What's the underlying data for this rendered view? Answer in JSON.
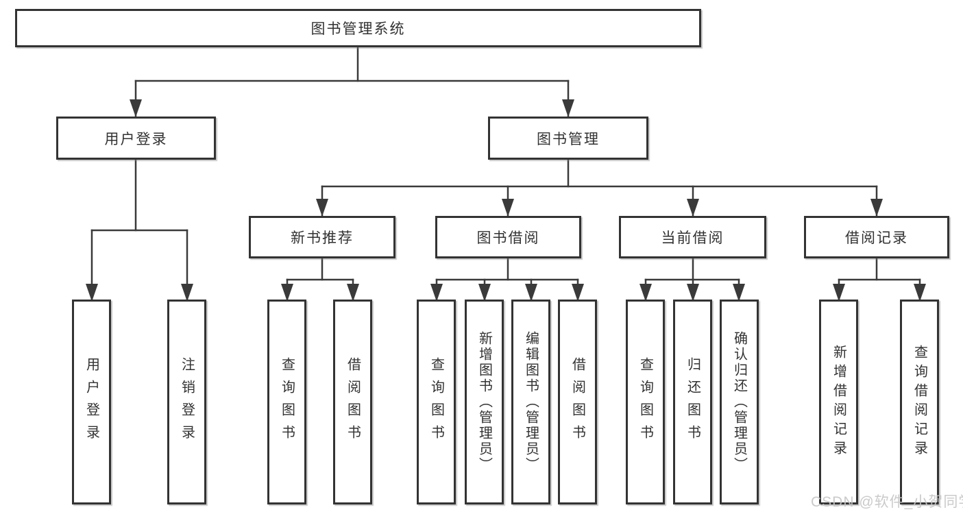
{
  "diagram_title": "图书管理系统",
  "tree": {
    "root": "图书管理系统",
    "children": [
      {
        "label": "用户登录",
        "children": [
          "用户登录",
          "注销登录"
        ]
      },
      {
        "label": "图书管理",
        "children": [
          {
            "label": "新书推荐",
            "children": [
              "查询图书",
              "借阅图书"
            ]
          },
          {
            "label": "图书借阅",
            "children": [
              "查询图书",
              "新增图书（管理员）",
              "编辑图书（管理员）",
              "借阅图书"
            ]
          },
          {
            "label": "当前借阅",
            "children": [
              "查询图书",
              "归还图书",
              "确认归还（管理员）"
            ]
          },
          {
            "label": "借阅记录",
            "children": [
              "新增借阅记录",
              "查询借阅记录"
            ]
          }
        ]
      }
    ]
  },
  "watermark": {
    "text": "CSDN @软件_小贺同学"
  },
  "colors": {
    "box_border": "#333333",
    "connector": "#3a3a3a",
    "text": "#323232",
    "watermark": "#c6c6c6",
    "background": "#ffffff"
  }
}
